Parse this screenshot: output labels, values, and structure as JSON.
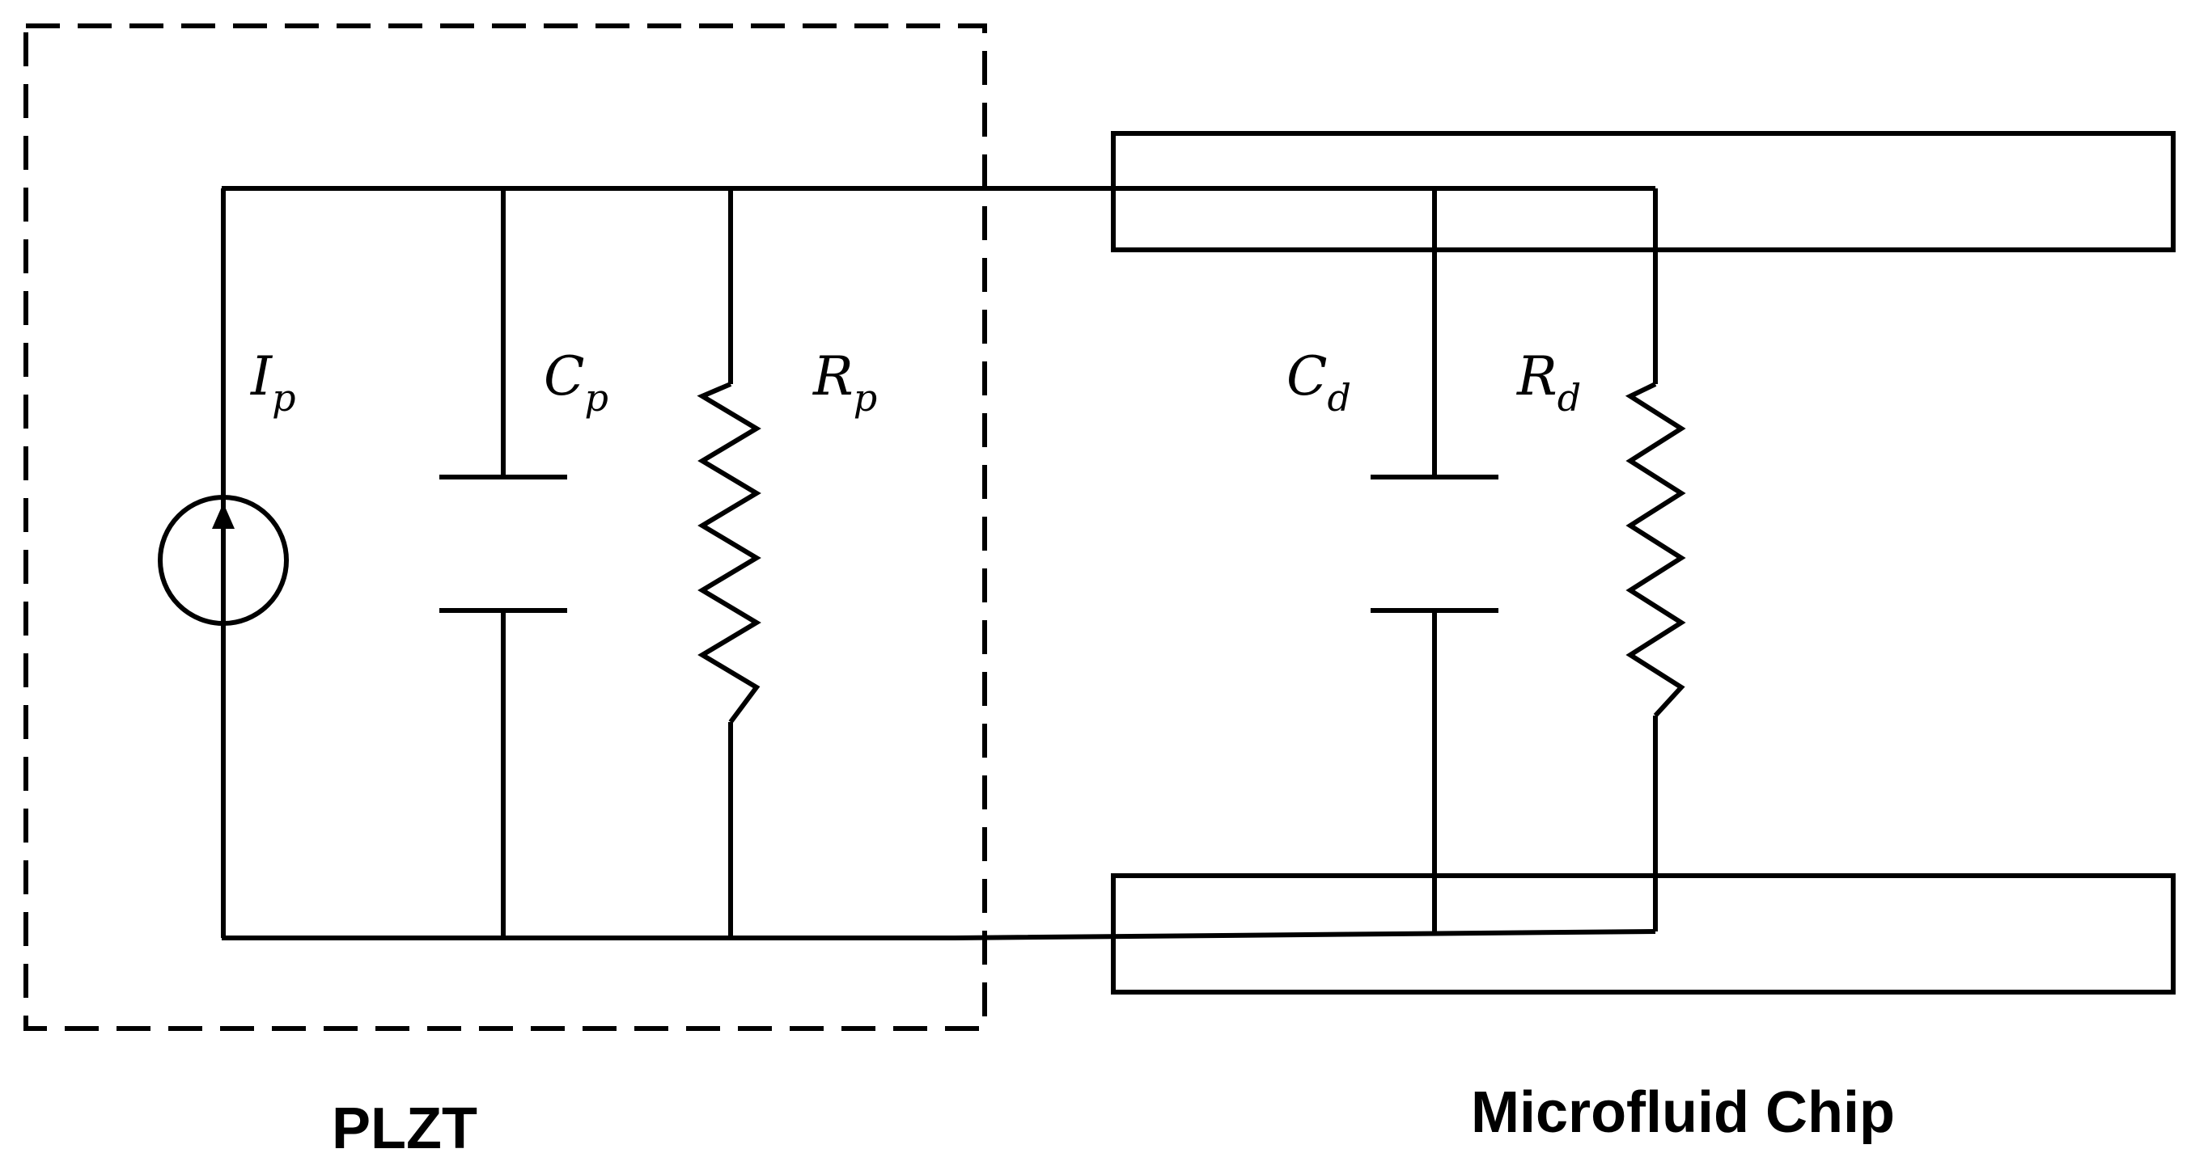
{
  "labels": {
    "source_main": "I",
    "source_sub": "p",
    "cp_main": "C",
    "cp_sub": "p",
    "rp_main": "R",
    "rp_sub": "p",
    "cd_main": "C",
    "cd_sub": "d",
    "rd_main": "R",
    "rd_sub": "d"
  },
  "captions": {
    "left": "PLZT",
    "right": "Microfluid Chip"
  },
  "colors": {
    "line": "#000000",
    "background": "#ffffff"
  }
}
